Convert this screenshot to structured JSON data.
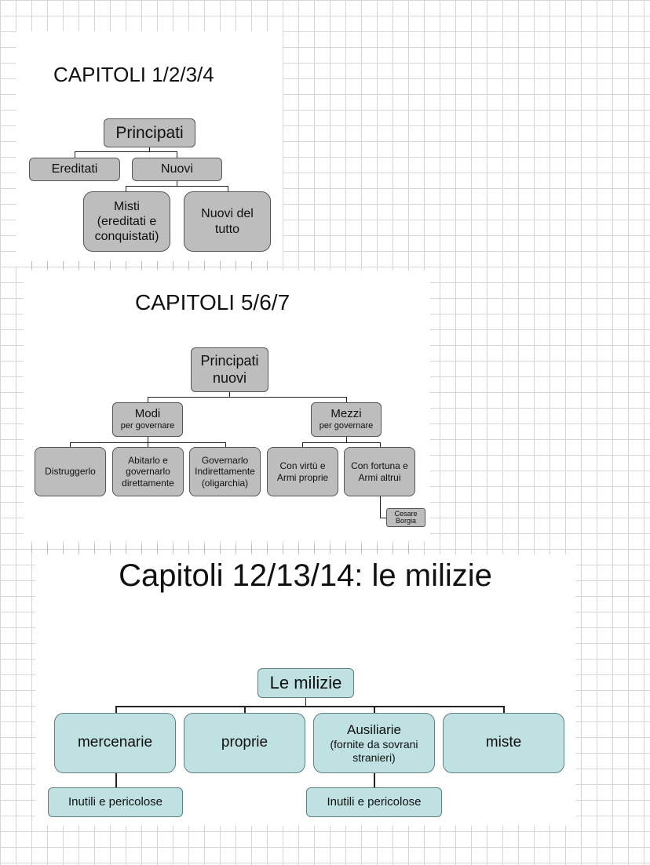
{
  "section1": {
    "title": "CAPITOLI 1/2/3/4",
    "root": "Principati",
    "ereditati": "Ereditati",
    "nuovi": "Nuovi",
    "misti": "Misti (ereditati e conquistati)",
    "nuovi_del_tutto": "Nuovi del tutto"
  },
  "section2": {
    "title": "CAPITOLI 5/6/7",
    "root": "Principati nuovi",
    "modi": "Modi",
    "modi_sub": "per governare",
    "mezzi": "Mezzi",
    "mezzi_sub": "per governare",
    "distruggerlo": "Distruggerlo",
    "abitarlo": "Abitarlo e governarlo direttamente",
    "governarlo": "Governarlo Indirettamente (oligarchia)",
    "virtu": "Con virtù e Armi proprie",
    "fortuna": "Con fortuna e Armi altrui",
    "cesare": "Cesare Borgia"
  },
  "section3": {
    "title": "Capitoli 12/13/14: le milizie",
    "root": "Le milizie",
    "mercenarie": "mercenarie",
    "proprie": "proprie",
    "ausiliarie": "Ausiliarie",
    "ausiliarie_sub": "(fornite da sovrani stranieri)",
    "miste": "miste",
    "inutili_1": "Inutili e pericolose",
    "inutili_2": "Inutili e pericolose"
  },
  "colors": {
    "grid": "#d6d6d6",
    "gray_box": "#bdbdbd",
    "teal_box": "#bfe1e2"
  }
}
